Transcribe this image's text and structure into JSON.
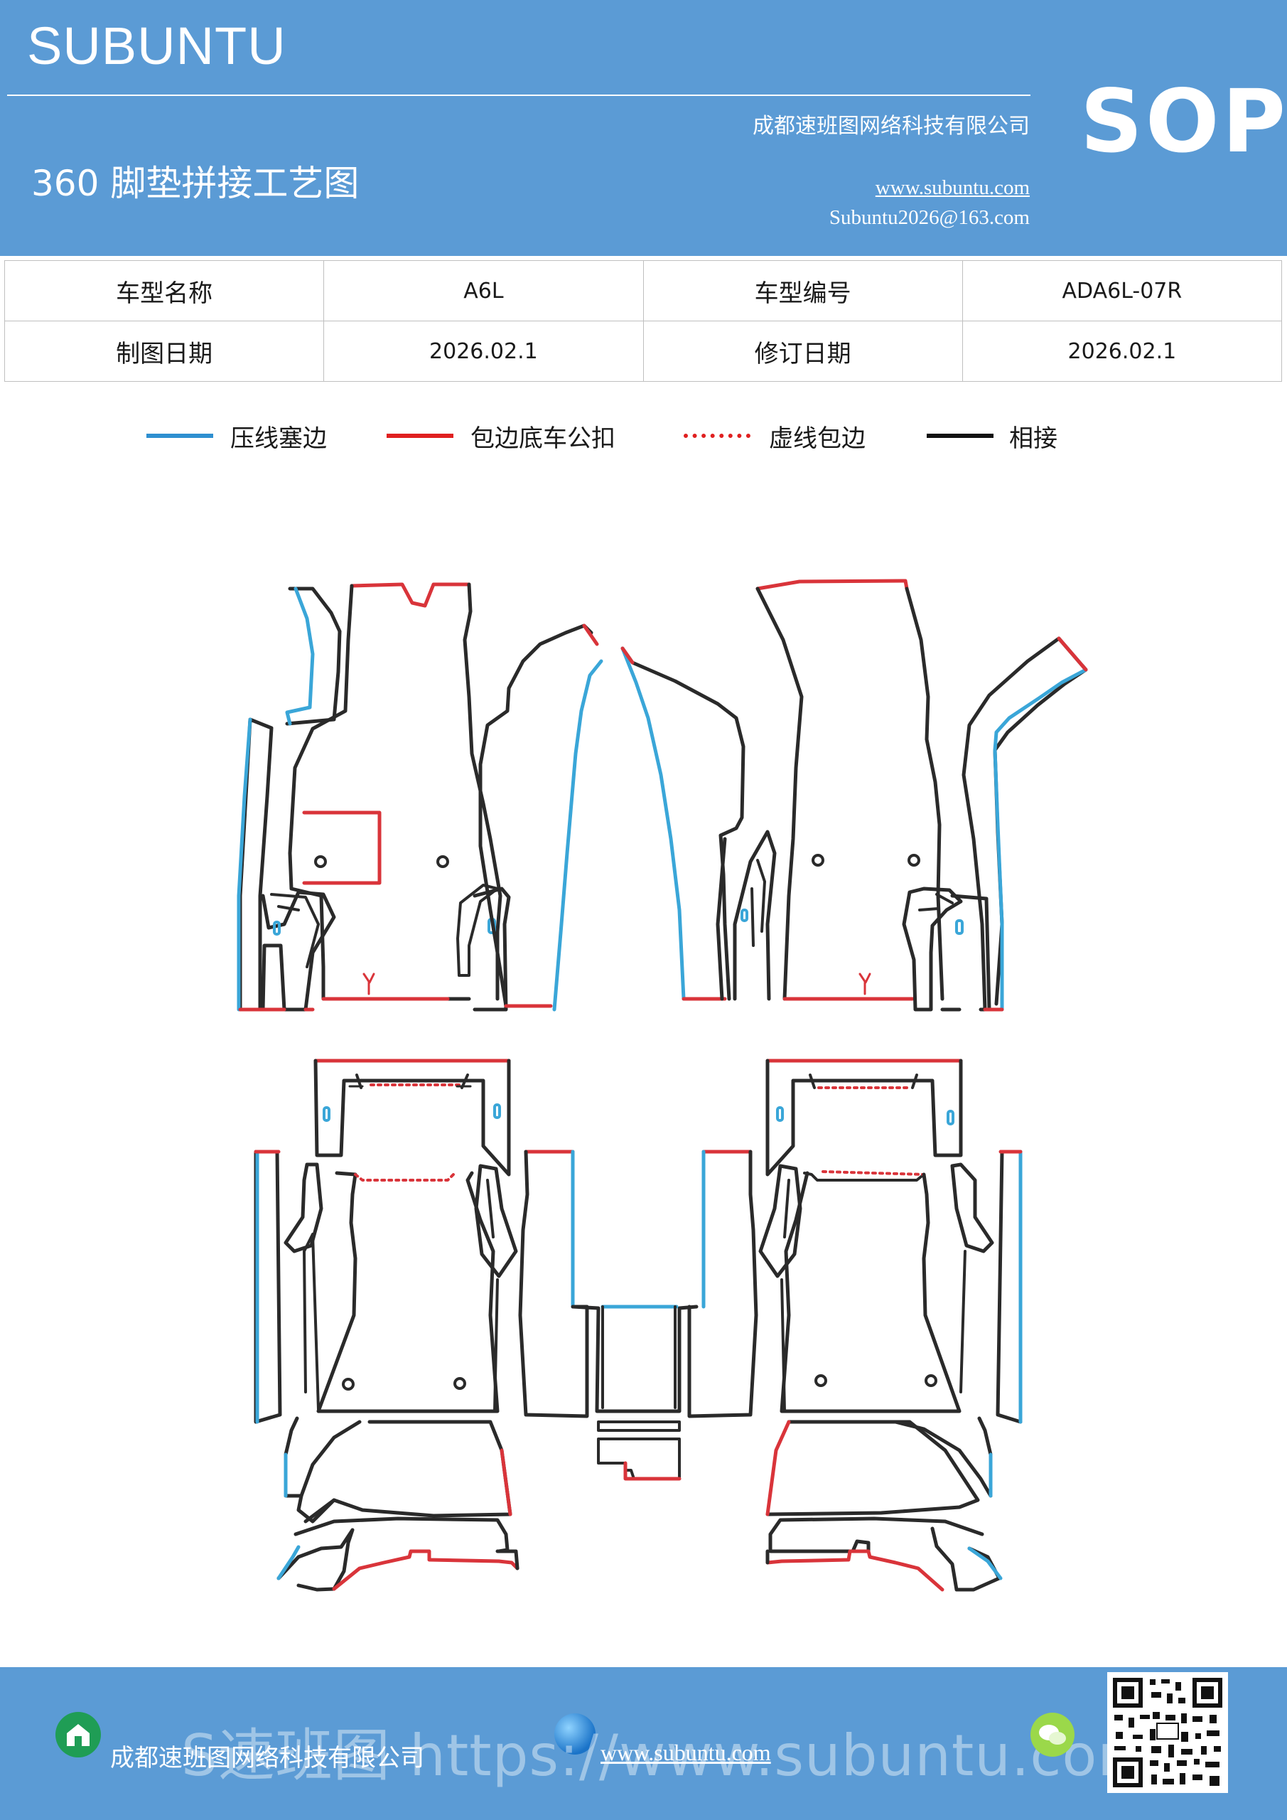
{
  "header": {
    "brand": "SUBUNTU",
    "badge": "SOP",
    "company": "成都速班图网络科技有限公司",
    "title": "360 脚垫拼接工艺图",
    "website": "www.subuntu.com",
    "email": "Subuntu2026@163.com"
  },
  "info": {
    "model_name_label": "车型名称",
    "model_name": "A6L",
    "model_code_label": "车型编号",
    "model_code": "ADA6L-07R",
    "drawing_date_label": "制图日期",
    "drawing_date": "2026.02.1",
    "revision_date_label": "修订日期",
    "revision_date": "2026.02.1"
  },
  "legend": [
    {
      "label": "压线塞边",
      "color": "#2e8fd0",
      "style": "solid"
    },
    {
      "label": "包边底车公扣",
      "color": "#e02020",
      "style": "solid"
    },
    {
      "label": "虚线包边",
      "color": "#e02020",
      "style": "dotted"
    },
    {
      "label": "相接",
      "color": "#111111",
      "style": "solid"
    }
  ],
  "colors": {
    "header_bg": "#5b9bd5",
    "blue_edge": "#3aa6d8",
    "red_edge": "#d9343a",
    "black_edge": "#2a2a2a"
  },
  "footer": {
    "company": "成都速班图网络科技有限公司",
    "website": "www.subuntu.com",
    "watermark": "S速班图 https://www.subuntu.com",
    "icons": [
      "house-icon",
      "globe-icon",
      "wechat-icon",
      "qr-code"
    ]
  }
}
